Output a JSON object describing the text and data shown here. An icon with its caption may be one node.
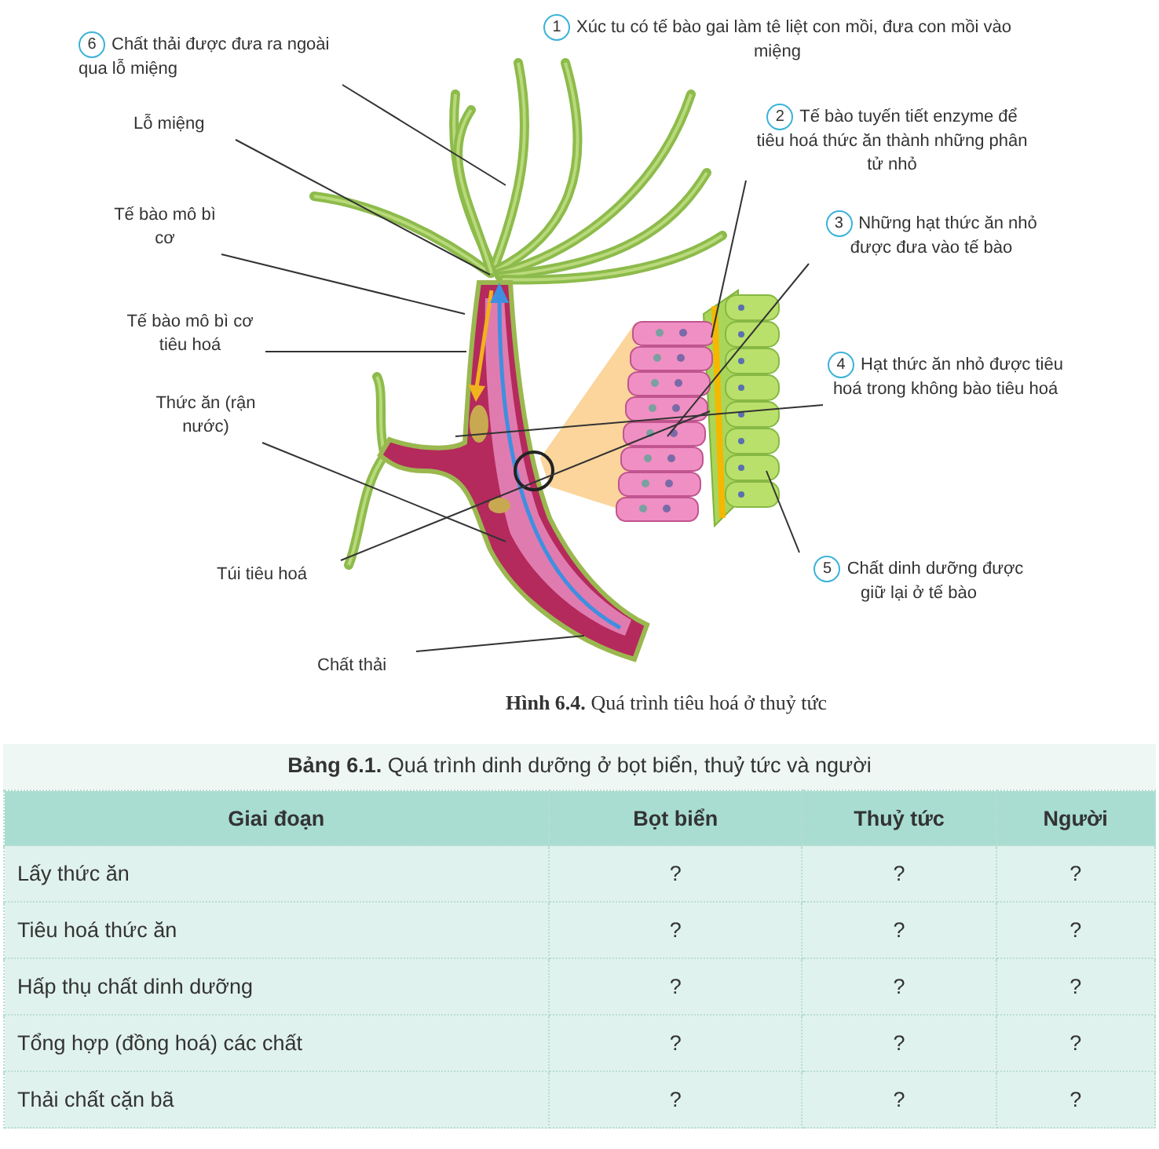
{
  "diagram": {
    "caption": "**Hình 6.4.** Quá trình tiêu hoá ở thuỷ tức",
    "nodes": [
      {
        "text": [
          "1",
          "Xúc tu có tế bào gai làm tê liệt con mồi, đưa con mồi vào miệng"
        ]
      },
      {
        "text": [
          "6",
          "Chất thải được đưa ra ngoài qua lỗ miệng"
        ]
      },
      {
        "text": [
          "2",
          "Tế bào tuyến tiết enzyme để tiêu hoá thức ăn thành những phân tử nhỏ"
        ]
      },
      {
        "text": [
          "Lỗ miệng"
        ]
      },
      {
        "text": [
          "3",
          "Những hạt thức ăn nhỏ được đưa vào tế bào"
        ]
      },
      {
        "text": [
          "Tế bào mô bì cơ"
        ]
      },
      {
        "text": [
          "Tế bào mô bì cơ tiêu hoá"
        ]
      },
      {
        "text": [
          "4",
          "Hạt thức ăn nhỏ được tiêu hoá trong không bào tiêu hoá"
        ]
      },
      {
        "text": [
          "Thức ăn (rận nước)"
        ]
      },
      {
        "text": [
          "Túi tiêu hoá"
        ]
      },
      {
        "text": [
          "5",
          "Chất dinh dưỡng được giữ lại ở tế bào"
        ]
      },
      {
        "text": [
          "Chất thải"
        ]
      }
    ],
    "edges": [
      {
        "from": 1,
        "to": null,
        "arrow": "none"
      },
      {
        "from": 2,
        "to": null,
        "arrow": "none"
      },
      {
        "from": 3,
        "to": null,
        "arrow": "none"
      },
      {
        "from": 4,
        "to": null,
        "arrow": "none"
      },
      {
        "from": 5,
        "to": null,
        "arrow": "none"
      },
      {
        "from": 6,
        "to": null,
        "arrow": "none"
      },
      {
        "from": 7,
        "to": null,
        "arrow": "none"
      },
      {
        "from": 8,
        "to": null,
        "arrow": "none"
      },
      {
        "from": 9,
        "to": null,
        "arrow": "none"
      },
      {
        "from": 10,
        "to": null,
        "arrow": "none"
      },
      {
        "from": 11,
        "to": null,
        "arrow": "none"
      }
    ],
    "labels": [
      "**Bảng 6.1.** Quá trình dinh dưỡng ở bọt biển, thuỷ tức và người",
      "Giai đoạn",
      "Bọt biển",
      "Thuỷ tức",
      "Người",
      "Lấy thức ăn",
      "?",
      "?",
      "?",
      "Tiêu hoá thức ăn",
      "?",
      "?",
      "?",
      "Hấp thụ chất dinh dưỡng",
      "?",
      "?",
      "?",
      "Tổng hợp (đồng hoá) các chất",
      "?",
      "?",
      "?",
      "Thải chất cặn bã",
      "?",
      "?",
      "?"
    ]
  }
}
